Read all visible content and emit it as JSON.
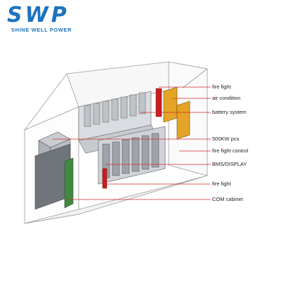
{
  "logo": {
    "mark": "SWP",
    "subtitle": "SHINE WELL POWER",
    "color": "#1d73be"
  },
  "diagram": {
    "leader_color": "#d62828",
    "labels": [
      "fire fight",
      "air condition",
      "battery system",
      "500KW pcs",
      "fire fight control",
      "BMS/DISPLAY",
      "fire fight",
      "COM cabinet"
    ]
  }
}
